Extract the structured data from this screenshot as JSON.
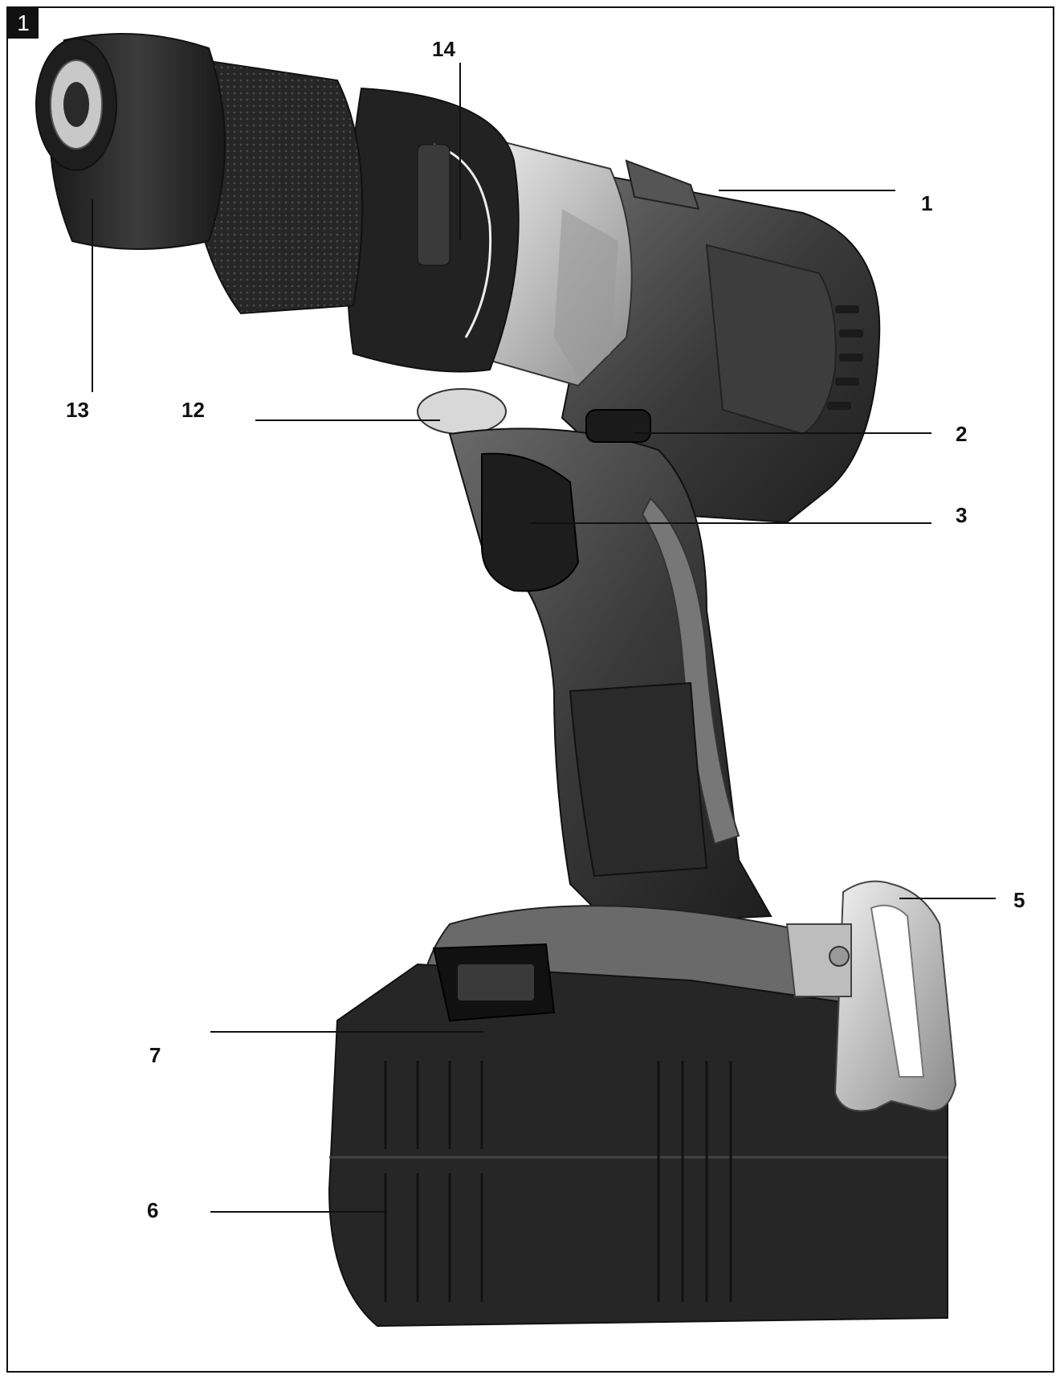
{
  "figure": {
    "number": "1"
  },
  "callouts": {
    "c1": "1",
    "c2": "2",
    "c3": "3",
    "c5": "5",
    "c6": "6",
    "c7": "7",
    "c12": "12",
    "c13": "13",
    "c14": "14"
  },
  "colors": {
    "ink": "#111111",
    "body_dark": "#2a2a2a",
    "body_mid": "#5a5a5a",
    "body_light": "#8a8a8a",
    "metal": "#cfcfcf"
  }
}
